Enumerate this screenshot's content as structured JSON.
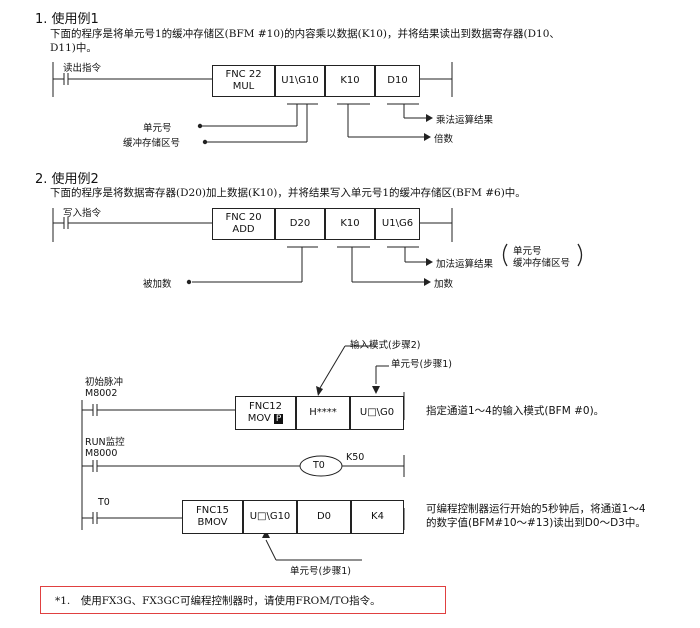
{
  "example1": {
    "heading": "1. 使用例1",
    "desc_line1": "下面的程序是将单元号1的缓冲存储区(BFM #10)的内容乘以数据(K10)，并将结果读出到数据寄存器(D10、",
    "desc_line2": "D11)中。",
    "contact_label": "读出指令",
    "instr_line1": "FNC 22",
    "instr_line2": "MUL",
    "op1": "U1\\G10",
    "op2": "K10",
    "op3": "D10",
    "label_unit": "单元号",
    "label_buffer": "缓冲存储区号",
    "label_result": "乘法运算结果",
    "label_multiplier": "倍数"
  },
  "example2": {
    "heading": "2. 使用例2",
    "desc_line1": "下面的程序是将数据寄存器(D20)加上数据(K10)，并将结果写入单元号1的缓冲存储区(BFM #6)中。",
    "contact_label": "写入指令",
    "instr_line1": "FNC 20",
    "instr_line2": "ADD",
    "op1": "D20",
    "op2": "K10",
    "op3": "U1\\G6",
    "label_result": "加法运算结果",
    "label_unit": "单元号",
    "label_buffer": "缓冲存储区号",
    "label_augend": "被加数",
    "label_addend": "加数"
  },
  "example3": {
    "label_input_mode": "输入模式(步骤2)",
    "label_unit_step1": "单元号(步骤1)",
    "rung1_label1": "初始脉冲",
    "rung1_label2": "M8002",
    "rung1_instr_line1": "FNC12",
    "rung1_instr_line2": "MOV",
    "rung1_p_badge": "P",
    "rung1_op1": "H****",
    "rung1_op2": "U□\\G0",
    "rung1_note": "指定通道1～4的输入模式(BFM #0)。",
    "rung2_label1": "RUN监控",
    "rung2_label2": "M8000",
    "rung2_timer": "T0",
    "rung2_k": "K50",
    "rung3_label": "T0",
    "rung3_instr_line1": "FNC15",
    "rung3_instr_line2": "BMOV",
    "rung3_op1": "U□\\G10",
    "rung3_op2": "D0",
    "rung3_op3": "K4",
    "rung3_note_line1": "可编程控制器运行开始的5秒钟后，将通道1～4",
    "rung3_note_line2": "的数字值(BFM#10～#13)读出到D0～D3中。",
    "label_unit_step1_bottom": "单元号(步骤1)"
  },
  "footnote": {
    "text": "*1.　使用FX3G、FX3GC可编程控制器时，请使用FROM/TO指令。"
  }
}
